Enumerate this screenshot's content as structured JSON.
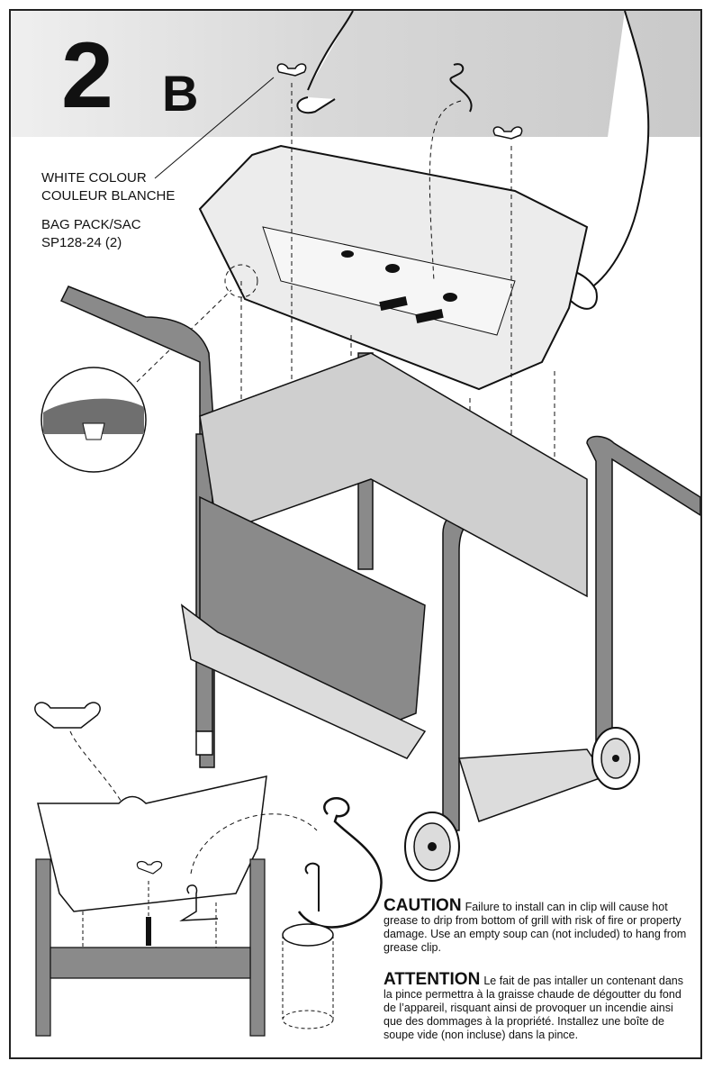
{
  "step": {
    "number": "2",
    "letter": "B"
  },
  "callouts": {
    "color_en": "WHITE COLOUR",
    "color_fr": "COULEUR BLANCHE",
    "bag_label": "BAG PACK/SAC",
    "part_number": "SP128-24 (2)"
  },
  "caution_en": {
    "heading": "CAUTION",
    "body": "Failure to install can in clip will cause hot grease to drip from bottom of grill with risk of fire or property damage. Use an empty soup can (not included) to hang from grease clip."
  },
  "caution_fr": {
    "heading": "ATTENTION",
    "body": "Le fait de pas intaller un contenant dans la pince permettra à la graisse chaude de dégoutter du fond de l’appareil, risquant ainsi de provoquer un incendie ainsi que des dommages à la propriété. Installez une boîte de soupe vide (non incluse) dans la pince."
  },
  "colors": {
    "frame_gray": "#8a8a8a",
    "tray": "#ececec",
    "line": "#111111"
  }
}
